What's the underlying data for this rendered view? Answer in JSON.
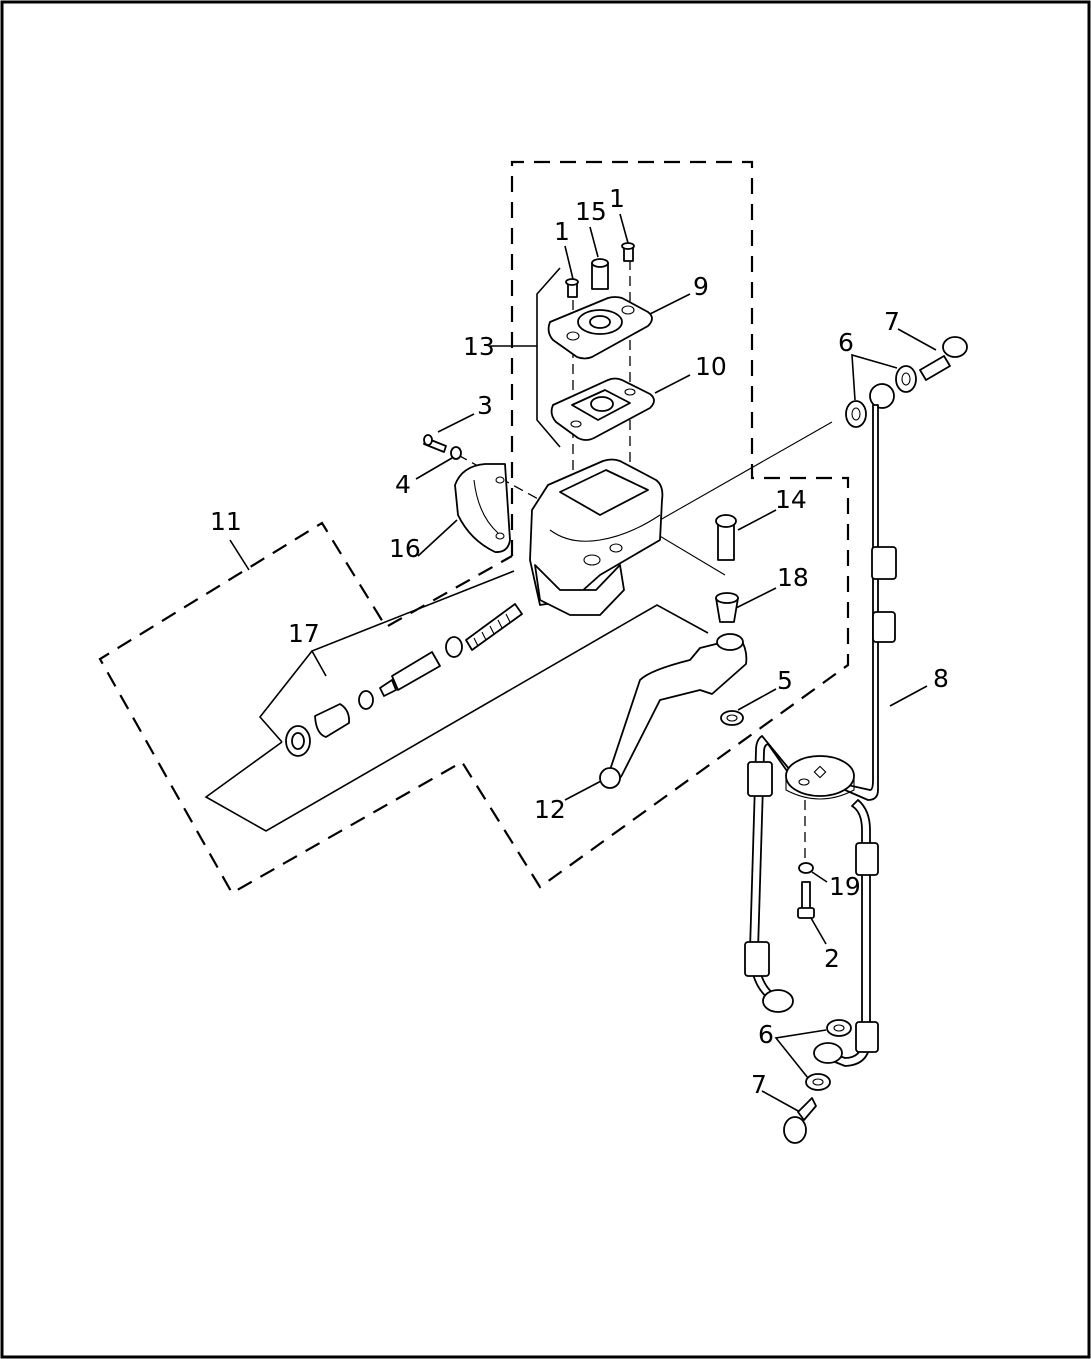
{
  "diagram": {
    "callouts": [
      "1",
      "15",
      "1",
      "9",
      "13",
      "10",
      "3",
      "4",
      "16",
      "7",
      "6",
      "14",
      "11",
      "18",
      "17",
      "5",
      "8",
      "12",
      "19",
      "2",
      "6",
      "7"
    ]
  }
}
